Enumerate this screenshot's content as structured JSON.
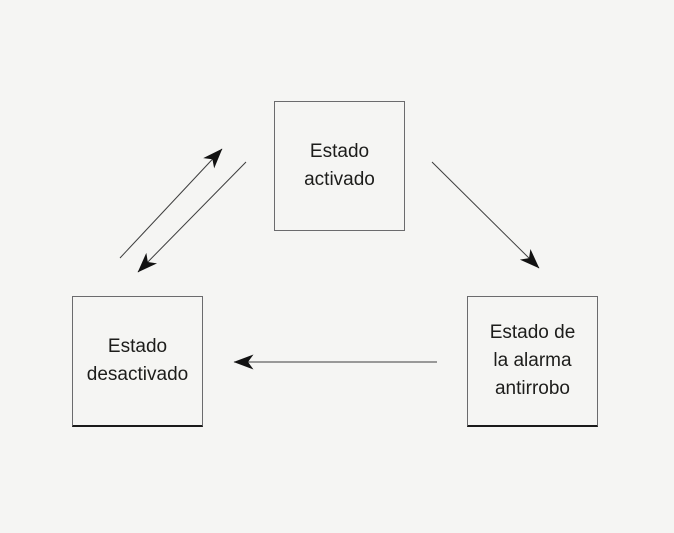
{
  "diagram": {
    "nodes": [
      {
        "id": "estado-activado",
        "label": "Estado activado",
        "lines": [
          "Estado",
          "activado"
        ]
      },
      {
        "id": "estado-desactivado",
        "label": "Estado desactivado",
        "lines": [
          "Estado",
          "desactivado"
        ]
      },
      {
        "id": "estado-alarma-antirrobo",
        "label": "Estado de la alarma antirrobo",
        "lines": [
          "Estado de",
          "la alarma",
          "antirrobo"
        ]
      }
    ],
    "edges": [
      {
        "from": "estado-desactivado",
        "to": "estado-activado"
      },
      {
        "from": "estado-activado",
        "to": "estado-desactivado"
      },
      {
        "from": "estado-activado",
        "to": "estado-alarma-antirrobo"
      },
      {
        "from": "estado-alarma-antirrobo",
        "to": "estado-desactivado"
      }
    ],
    "style": {
      "background": "#f5f5f3",
      "box_border_color": "#6b6b6d",
      "line_color": "#3d3d3d",
      "arrowhead_color": "#121212",
      "text_color": "#1d1d1b"
    }
  }
}
